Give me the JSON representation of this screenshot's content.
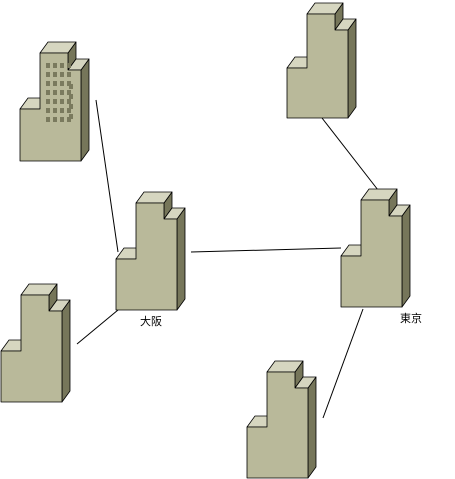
{
  "diagram": {
    "colors": {
      "front": "#b9b99a",
      "side": "#76765a",
      "top": "#d6d6c0",
      "outline": "#000000",
      "edge": "#000000",
      "window": "#7a7a5e"
    },
    "nodes": [
      {
        "id": "office-top-left",
        "icon": "office-building-icon",
        "label": ""
      },
      {
        "id": "building-mid-left",
        "icon": "building-icon",
        "label": ""
      },
      {
        "id": "osaka",
        "icon": "building-icon",
        "label": "大阪"
      },
      {
        "id": "building-top-right",
        "icon": "building-icon",
        "label": ""
      },
      {
        "id": "tokyo",
        "icon": "building-icon",
        "label": "東京"
      },
      {
        "id": "building-bottom-right",
        "icon": "building-icon",
        "label": ""
      }
    ],
    "edges": [
      {
        "from": "office-top-left",
        "to": "osaka"
      },
      {
        "from": "building-mid-left",
        "to": "osaka"
      },
      {
        "from": "osaka",
        "to": "tokyo"
      },
      {
        "from": "building-top-right",
        "to": "tokyo"
      },
      {
        "from": "building-bottom-right",
        "to": "tokyo"
      }
    ]
  }
}
